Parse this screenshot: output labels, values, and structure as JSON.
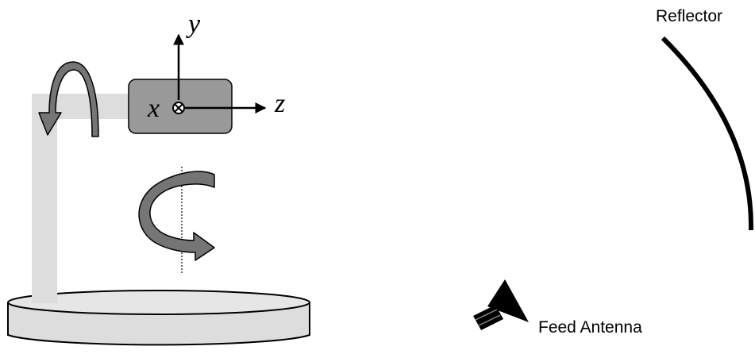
{
  "labels": {
    "axis_y": "y",
    "axis_x": "x",
    "axis_z": "z",
    "reflector": "Reflector",
    "feed_antenna": "Feed Antenna"
  },
  "colors": {
    "light_gray": "#dddddd",
    "dark_gray": "#999999",
    "arrow_gray": "#757575",
    "line": "#000000"
  }
}
